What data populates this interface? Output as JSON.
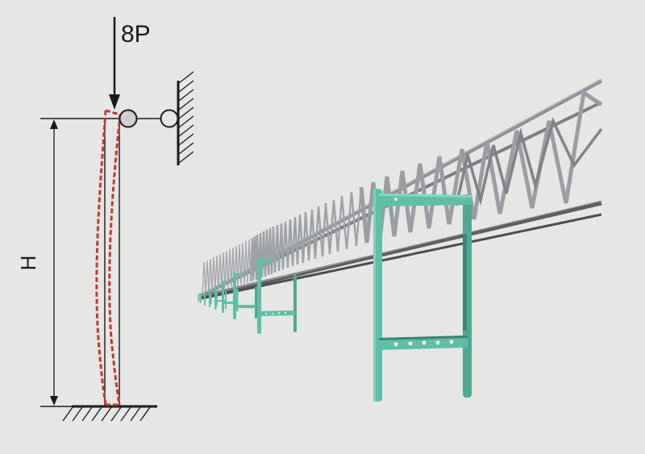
{
  "diagram": {
    "background": "#e6e6e5",
    "left_schematic": {
      "load_label": "8P",
      "height_label": "H",
      "line_color": "#1a1a1a",
      "deflection_color": "#c0392b",
      "pin_fill": "#cfcfcf"
    },
    "right_render": {
      "subject": "truss-bridge-on-portal-frames",
      "truss_color": "#8e9196",
      "frame_color": "#5fbfa6",
      "frame_shadow": "#3e8f7d"
    }
  }
}
